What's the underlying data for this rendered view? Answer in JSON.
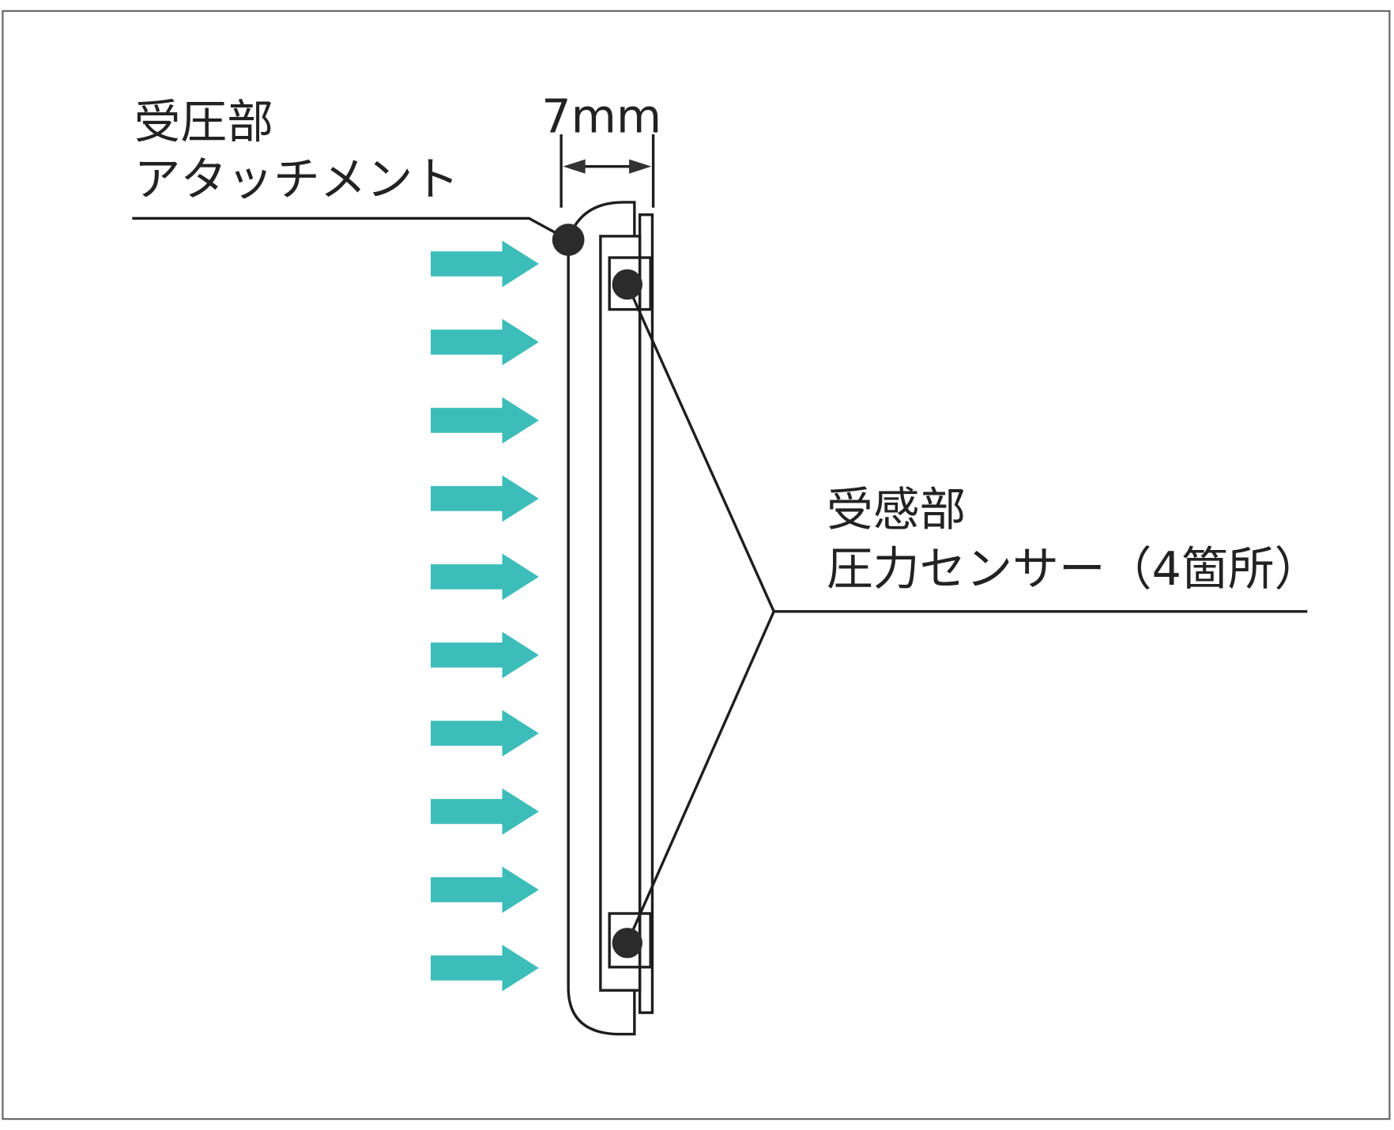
{
  "dimension": {
    "label": "7mm"
  },
  "attachment_label": {
    "line1": "受圧部",
    "line2": "アタッチメント"
  },
  "sensor_label": {
    "line1": "受感部",
    "line2": "圧力センサー（4箇所）"
  },
  "colors": {
    "arrow": "#3dbdb9",
    "line": "#1e1e1e",
    "frame": "#6a6a6a"
  },
  "pressure_arrow_count": 10
}
